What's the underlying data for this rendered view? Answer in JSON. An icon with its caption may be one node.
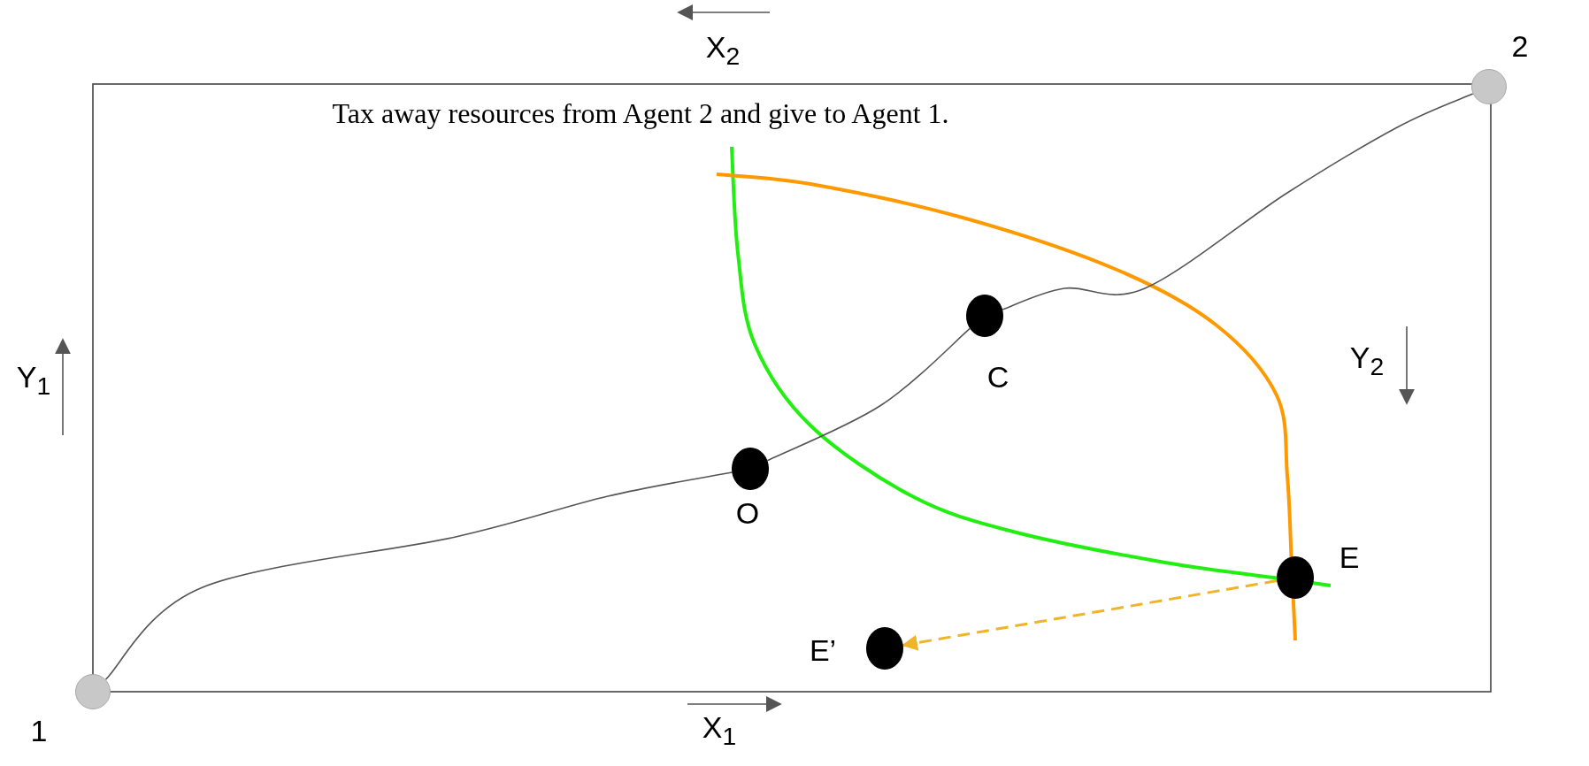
{
  "diagram": {
    "nodes": [
      {
        "text": [],
        "shape": "circle",
        "beside": [
          "2"
        ]
      },
      {
        "text": [],
        "shape": "circle",
        "beside": [
          "C"
        ]
      },
      {
        "text": [],
        "shape": "circle",
        "beside": [
          "O"
        ]
      },
      {
        "text": [],
        "shape": "circle",
        "beside": [
          "E"
        ]
      },
      {
        "text": [],
        "shape": "circle",
        "beside": [
          "E’"
        ]
      },
      {
        "text": [],
        "shape": "circle",
        "beside": [
          "1"
        ]
      }
    ],
    "edges": [
      {
        "from": 5,
        "to": 2,
        "arrow": "none"
      },
      {
        "from": 2,
        "to": 1,
        "arrow": "none"
      },
      {
        "from": 1,
        "to": 0,
        "arrow": "none"
      },
      {
        "from": 3,
        "to": 4,
        "arrow": "to",
        "style": "dashed",
        "color": "#f0b429"
      }
    ],
    "labels": [
      "X$_{2}$",
      "Tax away resources from Agent 2 and give to Agent 1.",
      "Y$_{1}$",
      "Y$_{2}$",
      "X$_{1}$"
    ]
  }
}
